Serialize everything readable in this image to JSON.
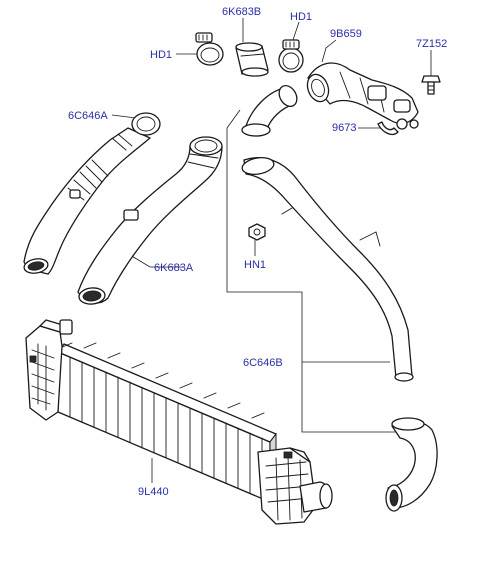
{
  "callouts": {
    "hd1_left": "HD1",
    "boot_6k683b": "6K683B",
    "hd1_right": "HD1",
    "tube_9b659": "9B659",
    "bolt_7z152": "7Z152",
    "hose_6c646a": "6C646A",
    "clip_9673": "9673",
    "hose_6k683a": "6K683A",
    "nut_hn1": "HN1",
    "pipe_6c646b": "6C646B",
    "intercooler_9l440": "9L440"
  },
  "colors": {
    "label": "#2a2fa8",
    "line": "#1a1a1a"
  }
}
